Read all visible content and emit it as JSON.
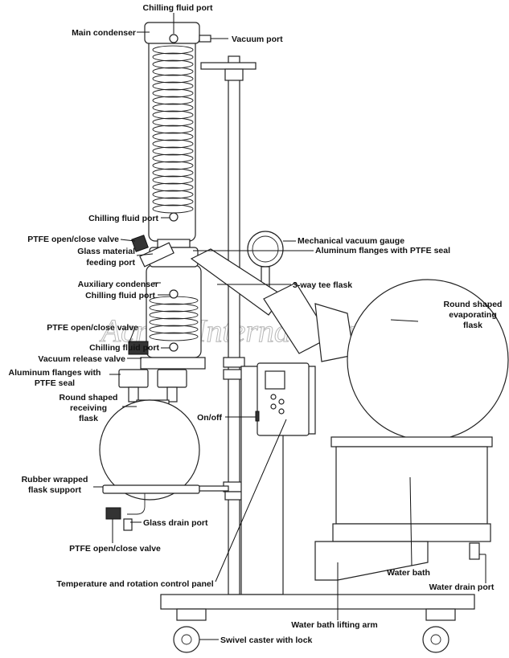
{
  "watermark": "Across International",
  "labels": {
    "chilling_fluid_port_top": "Chilling fluid port",
    "main_condenser": "Main condenser",
    "vacuum_port": "Vacuum port",
    "chilling_fluid_port_mid": "Chilling fluid port",
    "ptfe_valve_top": "PTFE open/close valve",
    "glass_material_feeding_port_l1": "Glass material",
    "glass_material_feeding_port_l2": "feeding port",
    "mechanical_vacuum_gauge": "Mechanical vacuum gauge",
    "aluminum_flanges_top": "Aluminum flanges with PTFE seal",
    "auxiliary_condenser": "Auxiliary condenser",
    "chilling_fluid_port_aux": "Chilling fluid port",
    "three_way_tee_flask": "3-way tee flask",
    "round_evap_l1": "Round shaped",
    "round_evap_l2": "evaporating",
    "round_evap_l3": "flask",
    "ptfe_valve_mid": "PTFE open/close valve",
    "chilling_fluid_port_low": "Chilling fluid port",
    "vacuum_release_valve": "Vacuum release valve",
    "aluminum_flanges_low_l1": "Aluminum flanges with",
    "aluminum_flanges_low_l2": "PTFE seal",
    "round_recv_l1": "Round shaped",
    "round_recv_l2": "receiving",
    "round_recv_l3": "flask",
    "on_off": "On/off",
    "rubber_support_l1": "Rubber wrapped",
    "rubber_support_l2": "flask support",
    "glass_drain_port": "Glass drain port",
    "ptfe_valve_bottom": "PTFE open/close valve",
    "water_bath": "Water bath",
    "temp_rotation_panel": "Temperature and rotation control panel",
    "water_drain_port": "Water drain port",
    "water_bath_lifting_arm": "Water bath lifting arm",
    "swivel_caster": "Swivel caster with lock"
  }
}
